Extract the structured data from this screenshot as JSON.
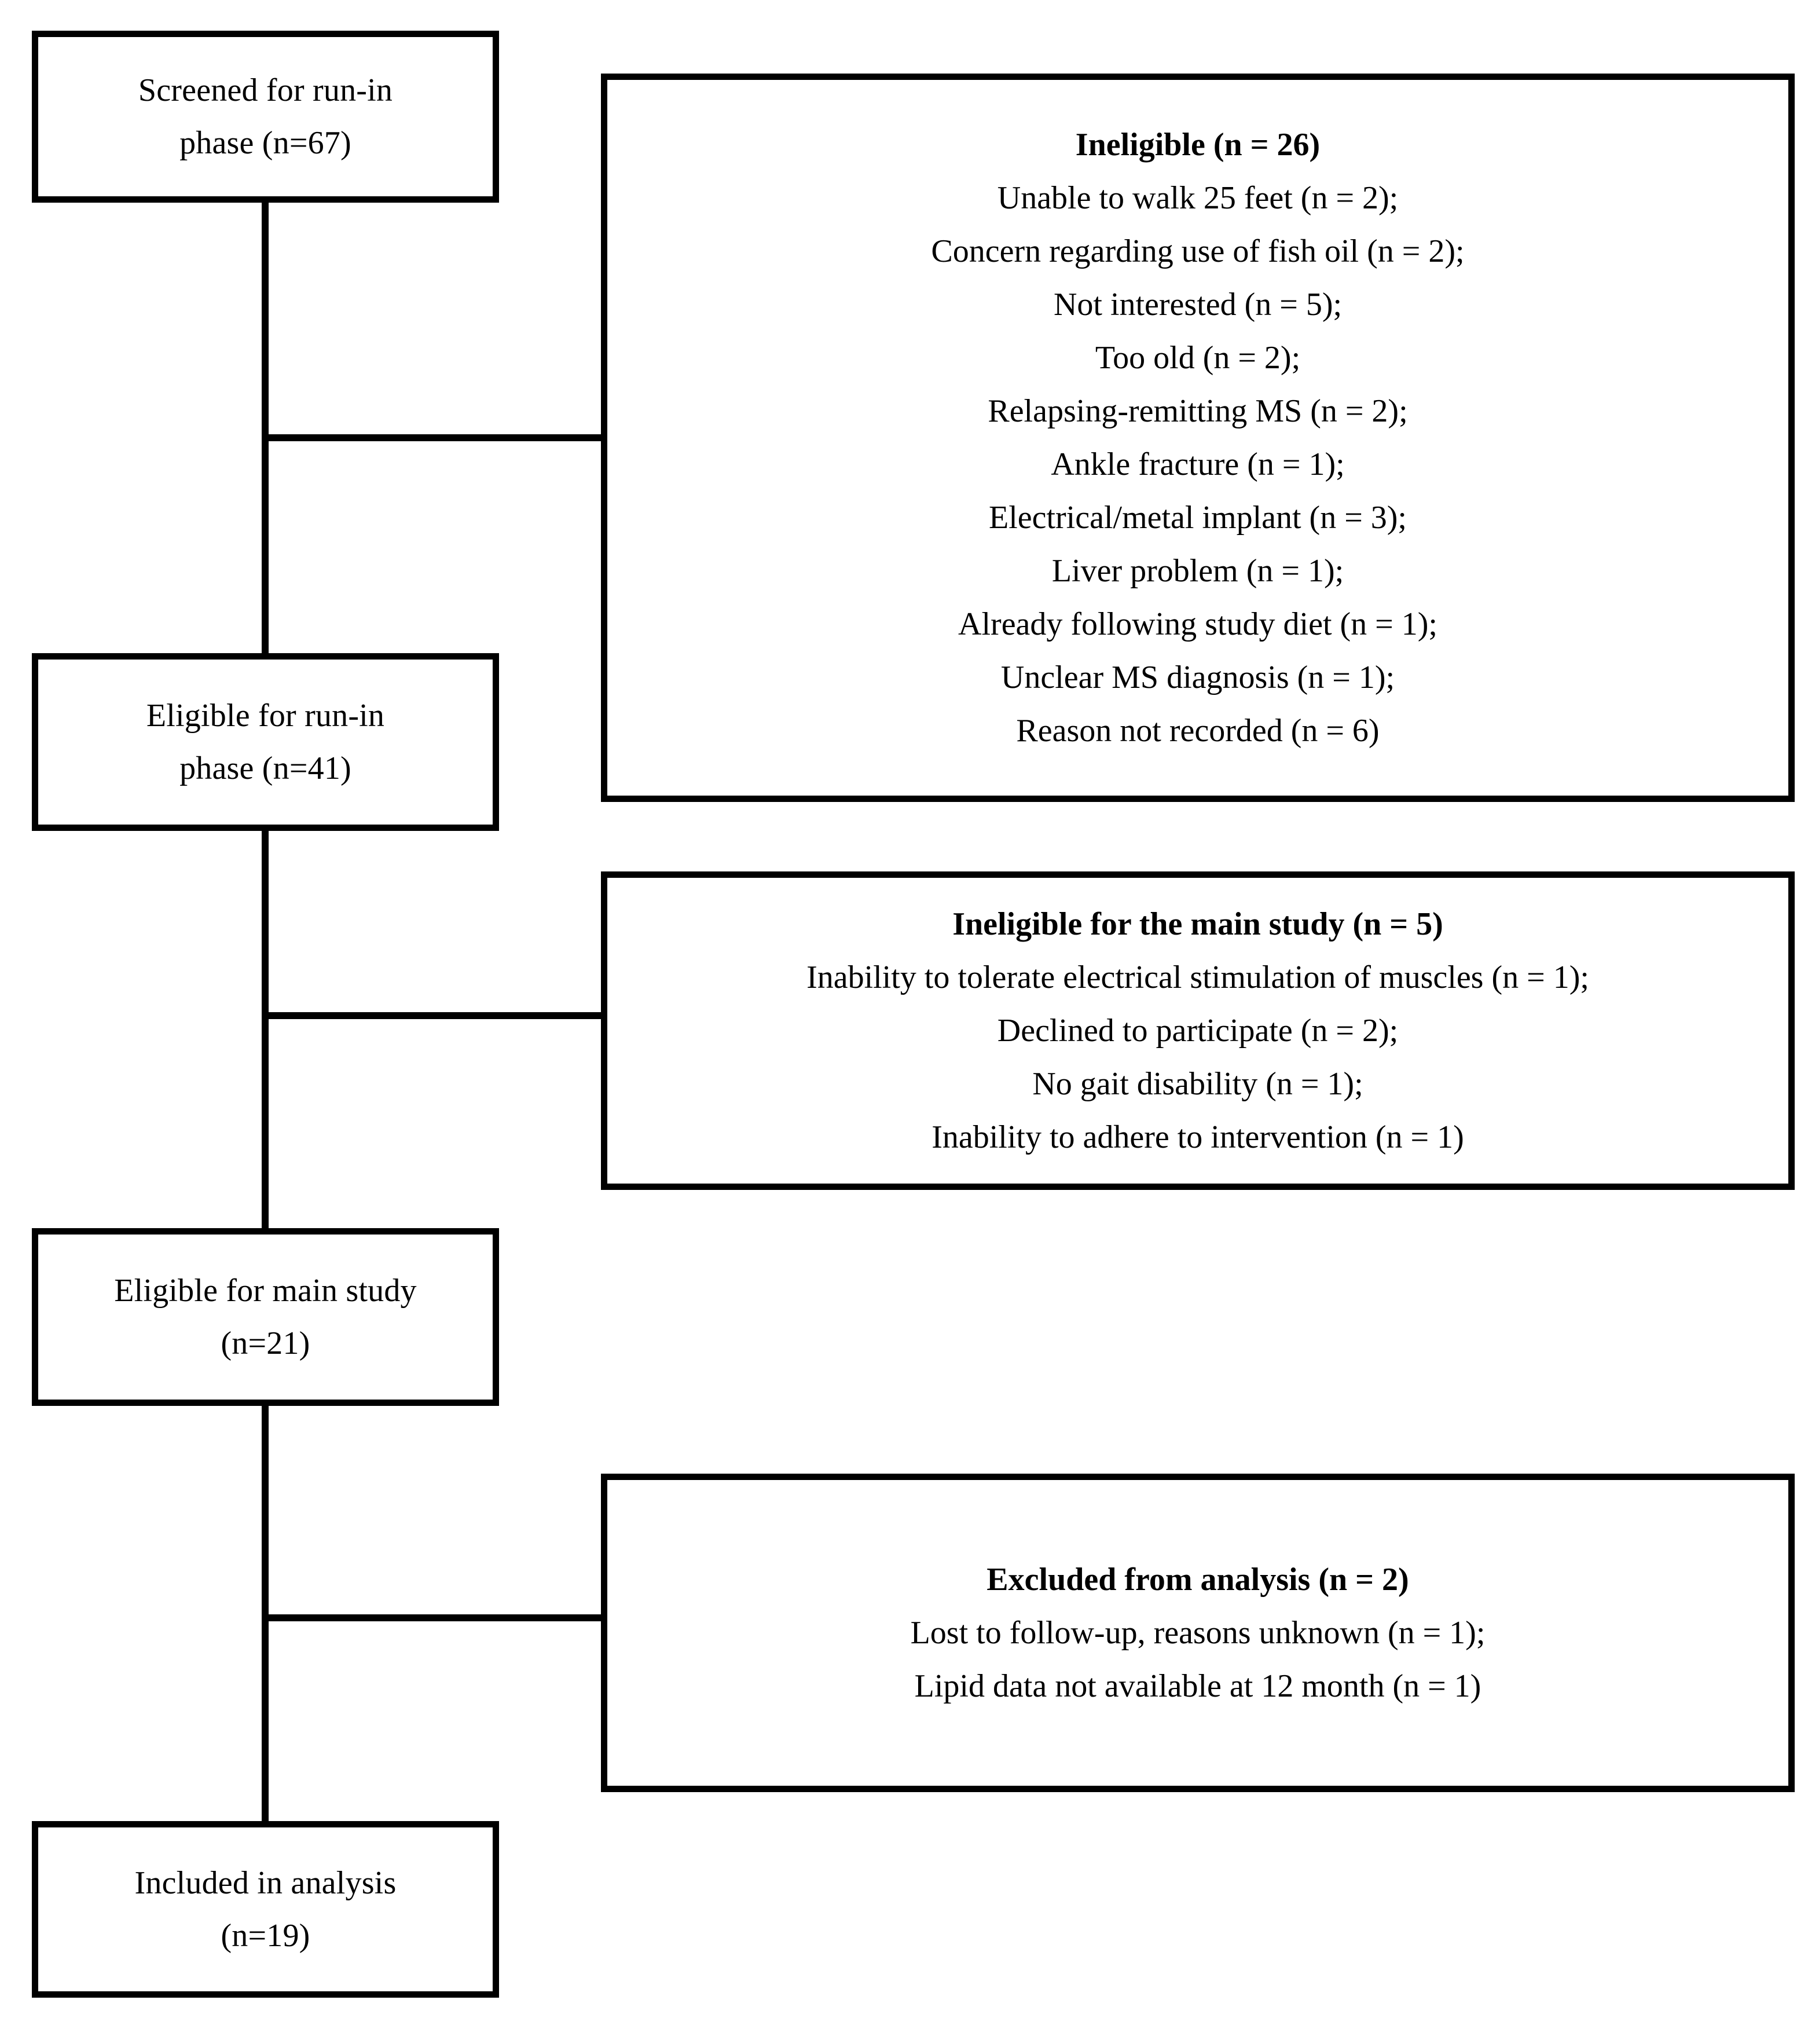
{
  "diagram": {
    "type": "study-flow-diagram",
    "nodes": [
      {
        "id": "screened",
        "lines": [
          "Screened for run-in",
          "phase (n=67)"
        ]
      },
      {
        "id": "eligible-runin",
        "lines": [
          "Eligible for run-in",
          "phase (n=41)"
        ]
      },
      {
        "id": "eligible-main",
        "lines": [
          "Eligible for main study",
          "(n=21)"
        ]
      },
      {
        "id": "included",
        "lines": [
          "Included in analysis",
          "(n=19)"
        ]
      }
    ],
    "panels": [
      {
        "id": "ineligible-runin",
        "title": "Ineligible (n = 26)",
        "items": [
          "Unable to walk 25 feet (n = 2);",
          "Concern regarding use of fish oil (n = 2);",
          "Not interested (n = 5);",
          "Too old (n = 2);",
          "Relapsing-remitting MS (n = 2);",
          "Ankle fracture (n = 1);",
          "Electrical/metal implant (n = 3);",
          "Liver problem (n = 1);",
          "Already following study diet (n = 1);",
          "Unclear MS diagnosis (n = 1);",
          "Reason not recorded (n = 6)"
        ]
      },
      {
        "id": "ineligible-main",
        "title": "Ineligible for the main study (n = 5)",
        "items": [
          "Inability to tolerate electrical stimulation of muscles (n = 1);",
          "Declined to participate (n = 2);",
          "No gait disability (n = 1);",
          "Inability to adhere to intervention (n = 1)"
        ]
      },
      {
        "id": "excluded",
        "title": "Excluded from analysis (n = 2)",
        "items": [
          "Lost to follow-up, reasons unknown (n = 1);",
          "Lipid data not available at 12 month (n = 1)"
        ]
      }
    ],
    "colors": {
      "line": "#000000",
      "background": "#ffffff",
      "text": "#000000"
    }
  }
}
